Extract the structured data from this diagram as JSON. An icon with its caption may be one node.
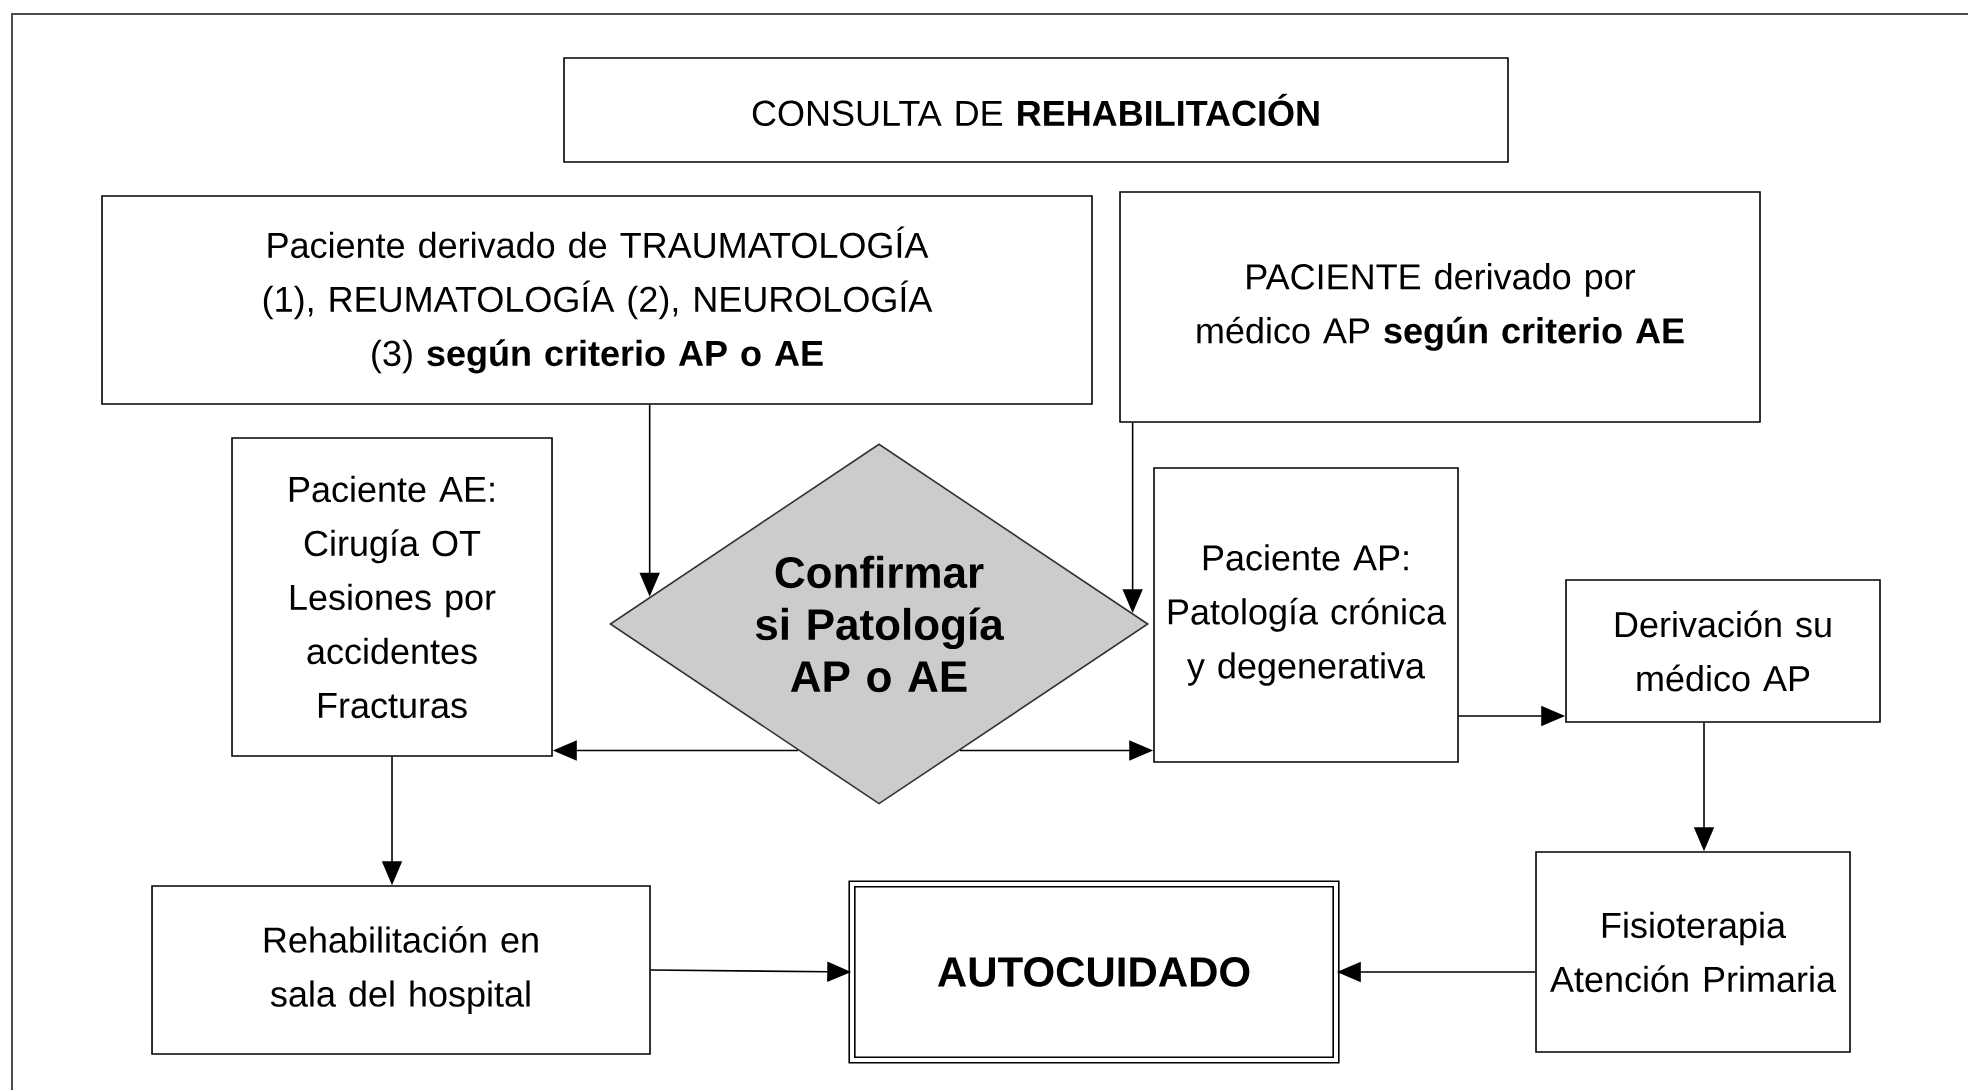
{
  "diagram": {
    "nodes": [
      {
        "text": [
          "CONSULTA DE **REHABILITACIÓN**"
        ]
      },
      {
        "text": [
          "Paciente derivado de TRAUMATOLOGÍA (1), REUMATOLOGÍA (2), NEUROLOGÍA (3) **según criterio AP o AE**"
        ]
      },
      {
        "text": [
          "PACIENTE derivado por médico AP **según criterio AE**"
        ]
      },
      {
        "text": [
          "Paciente AE: Cirugía OT Lesiones por accidentes Fracturas"
        ]
      },
      {
        "text": [
          "Confirmar si Patología AP o AE"
        ]
      },
      {
        "text": [
          "Paciente AP: Patología crónica y degenerativa"
        ]
      },
      {
        "text": [
          "Derivación su médico AP"
        ]
      },
      {
        "text": [
          "Rehabilitación en sala del hospital"
        ]
      },
      {
        "text": [
          "AUTOCUIDADO"
        ]
      },
      {
        "text": [
          "Fisioterapia Atención Primaria"
        ]
      }
    ],
    "edges": [
      {
        "from": 1,
        "to": 4,
        "arrow": "to"
      },
      {
        "from": 2,
        "to": 4,
        "arrow": "to"
      },
      {
        "from": 4,
        "to": 3,
        "arrow": "to"
      },
      {
        "from": 4,
        "to": 5,
        "arrow": "to"
      },
      {
        "from": 5,
        "to": 6,
        "arrow": "to"
      },
      {
        "from": 6,
        "to": 9,
        "arrow": "to"
      },
      {
        "from": 3,
        "to": 7,
        "arrow": "to"
      },
      {
        "from": 7,
        "to": 8,
        "arrow": "to"
      },
      {
        "from": 9,
        "to": 8,
        "arrow": "to"
      }
    ]
  }
}
